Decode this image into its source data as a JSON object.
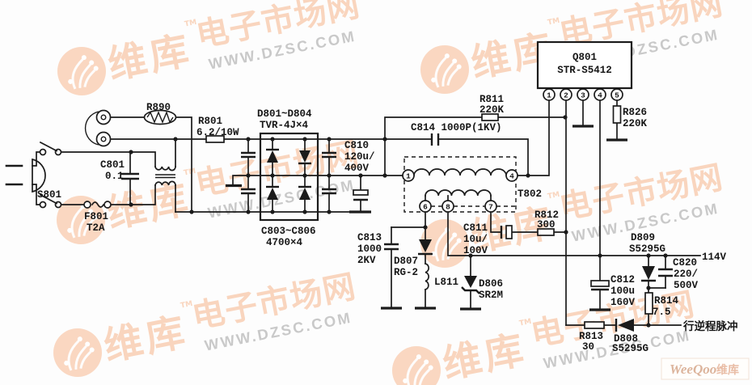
{
  "watermark": {
    "brand": "维库",
    "site_name": "电子市场网",
    "tm": "TM",
    "url": "WWW.DZSC.COM",
    "badge_brand": "WeeQoo",
    "badge_suffix": "维库"
  },
  "colors": {
    "watermark_orange": "#F3A371",
    "schematic_ink": "#1B1B1B",
    "background": "#FDFDFD"
  },
  "components": {
    "s801": {
      "name": "S801"
    },
    "f801": {
      "name": "F801",
      "value": "T2A"
    },
    "c801": {
      "name": "C801",
      "value": "0.1"
    },
    "r890": {
      "name": "R890"
    },
    "r801": {
      "name": "R801",
      "value": "6.2/10W"
    },
    "bridge": {
      "name": "D801~D804",
      "value": "TVR-4J×4"
    },
    "bridge_caps": {
      "name": "C803~C806",
      "value": "4700×4"
    },
    "c810": {
      "name": "C810",
      "value1": "120u/",
      "value2": "400V"
    },
    "c814": {
      "name": "C814 1000P(1KV)"
    },
    "r811": {
      "name": "R811",
      "value": "220K"
    },
    "q801": {
      "name": "Q801",
      "value": "STR-S5412",
      "pins": [
        "1",
        "2",
        "3",
        "4",
        "5"
      ]
    },
    "r826": {
      "name": "R826",
      "value": "220K"
    },
    "t802": {
      "name": "T802",
      "pin1": "1",
      "pin4": "4",
      "pin6": "6",
      "pin8": "8",
      "pin7": "7"
    },
    "c811": {
      "name": "C811",
      "value1": "10u/",
      "value2": "100V"
    },
    "r812": {
      "name": "R812",
      "value": "300"
    },
    "c813": {
      "name": "C813",
      "value1": "1000",
      "value2": "2KV"
    },
    "d807": {
      "name": "D807",
      "value": "RG-2"
    },
    "l811": {
      "name": "L811"
    },
    "d806": {
      "name": "D806",
      "value": "SR2M"
    },
    "c812": {
      "name": "C812",
      "value1": "100u",
      "value2": "160V"
    },
    "d809": {
      "name": "D809",
      "value": "S5295G"
    },
    "c820": {
      "name": "C820",
      "value1": "220/",
      "value2": "500V"
    },
    "r814": {
      "name": "R814",
      "value": "7.5"
    },
    "r813": {
      "name": "R813",
      "value": "30"
    },
    "d808": {
      "name": "D808",
      "value": "S5295G"
    },
    "outputs": {
      "voltage": "114V",
      "flyback": "行逆程脉冲"
    }
  }
}
